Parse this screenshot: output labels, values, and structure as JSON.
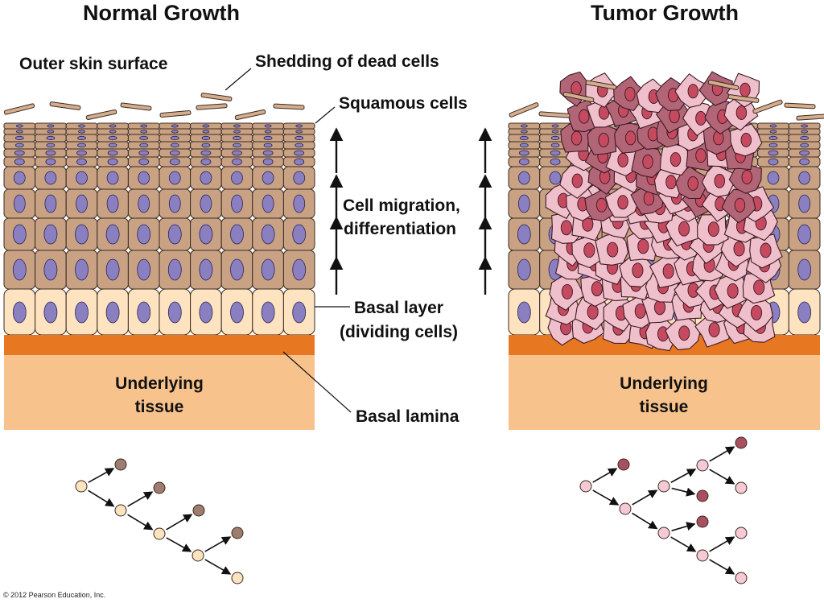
{
  "titles": {
    "normal": "Normal Growth",
    "tumor": "Tumor Growth"
  },
  "labels": {
    "outer_skin": "Outer skin surface",
    "shedding": "Shedding of dead cells",
    "squamous": "Squamous cells",
    "migration_1": "Cell migration,",
    "migration_2": "differentiation",
    "basal_layer_1": "Basal layer",
    "basal_layer_2": "(dividing cells)",
    "basal_lamina": "Basal lamina",
    "underlying_1": "Underlying",
    "underlying_2": "tissue"
  },
  "copyright": "© 2012 Pearson Education, Inc.",
  "colors": {
    "squamous_cell": "#c9a283",
    "basal_cell": "#fde3c0",
    "nucleus": "#8a7fc0",
    "lamina": "#e87722",
    "underlying": "#f7c28c",
    "tumor_dark": "#b26576",
    "tumor_light": "#f0bfcc",
    "tumor_nucleus": "#c54a60",
    "lineage_stem": "#fde3c0",
    "lineage_diff": "#9e7c6e",
    "lineage_tumor_light": "#f6cad5",
    "lineage_tumor_dark": "#a8505f"
  }
}
